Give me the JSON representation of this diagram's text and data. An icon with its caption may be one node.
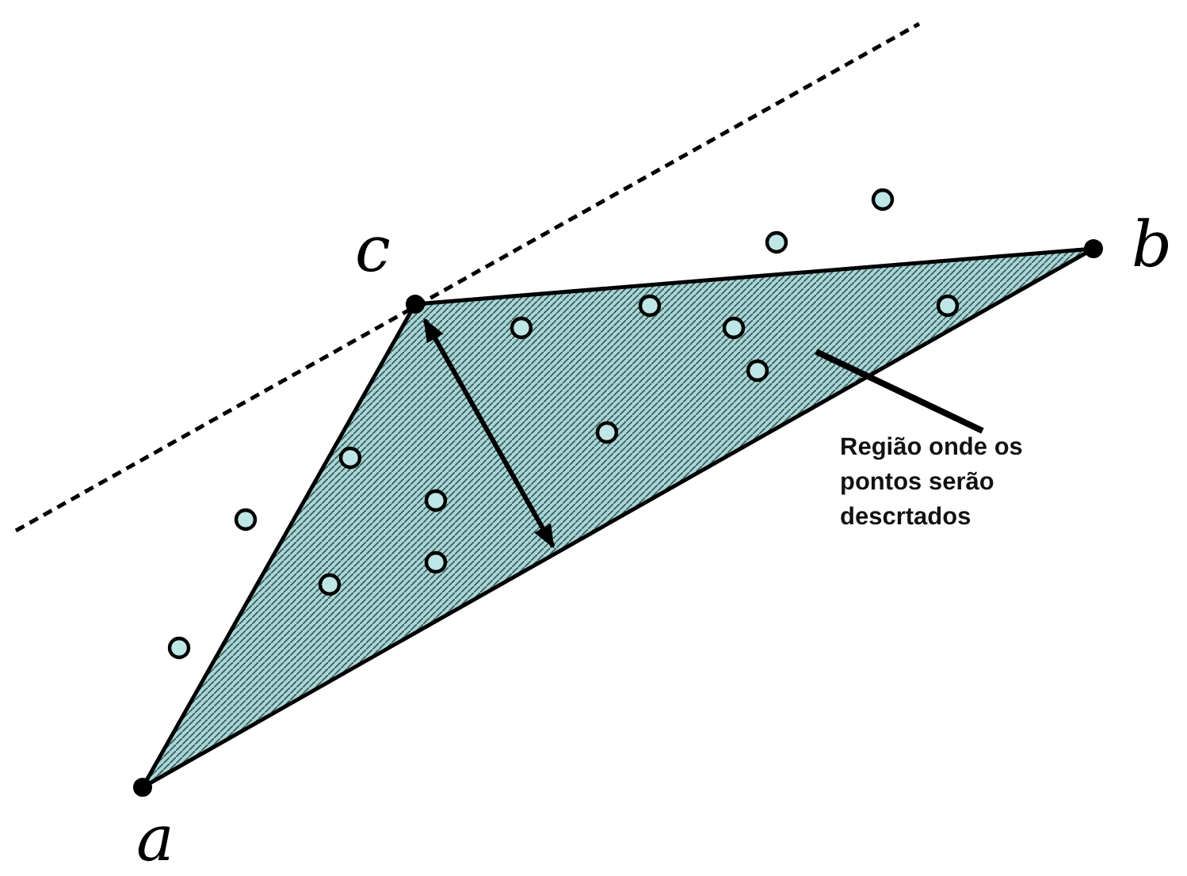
{
  "diagram": {
    "nodes": [
      {
        "text": [],
        "shape": "triangle"
      },
      {
        "text": [
          "Região onde os pontos serão descrtados"
        ]
      }
    ],
    "edges": [
      {
        "from": 1,
        "to": 0,
        "arrow": "none"
      }
    ],
    "labels": [
      "c",
      "b",
      "a"
    ]
  }
}
